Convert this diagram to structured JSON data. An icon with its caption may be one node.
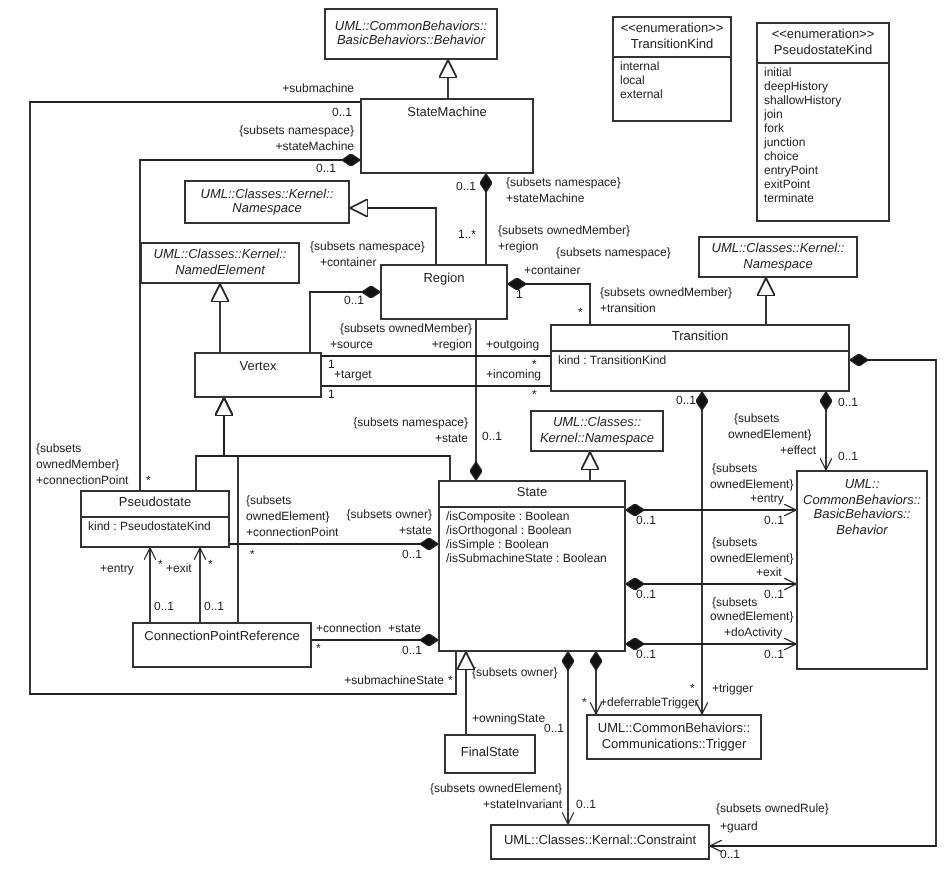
{
  "diagram": {
    "nodes": [
      {
        "text": [
          "UML::CommonBehaviors:: BasicBehaviors::Behavior"
        ]
      },
      {
        "text": [
          "<<enumeration>>",
          "TransitionKind",
          "internal",
          "local",
          "external"
        ]
      },
      {
        "text": [
          "<<enumeration>>",
          "PseudostateKind",
          "initial",
          "deepHistory",
          "shallowHistory",
          "join",
          "fork",
          "junction",
          "choice",
          "entryPoint",
          "exitPoint",
          "terminate"
        ]
      },
      {
        "text": [
          "StateMachine"
        ]
      },
      {
        "text": [
          "UML::Classes::Kernel:: Namespace"
        ]
      },
      {
        "text": [
          "UML::Classes::Kernel:: NamedElement"
        ]
      },
      {
        "text": [
          "Region"
        ]
      },
      {
        "text": [
          "UML::Classes::Kernel:: Namespace"
        ]
      },
      {
        "text": [
          "Vertex"
        ]
      },
      {
        "text": [
          "Transition",
          "kind : TransitionKind"
        ]
      },
      {
        "text": [
          "UML::Classes:: Kernel::Namespace"
        ]
      },
      {
        "text": [
          "Pseudostate",
          "kind : PseudostateKind"
        ]
      },
      {
        "text": [
          "State",
          "/isComposite : Boolean",
          "/isOrthogonal : Boolean",
          "/isSimple : Boolean",
          "/isSubmachineState : Boolean"
        ]
      },
      {
        "text": [
          "UML:: CommonBehaviors:: BasicBehaviors:: Behavior"
        ]
      },
      {
        "text": [
          "ConnectionPointReference"
        ]
      },
      {
        "text": [
          "FinalState"
        ]
      },
      {
        "text": [
          "UML::CommonBehaviors:: Communications::Trigger"
        ]
      },
      {
        "text": [
          "UML::Classes::Kernal::Constraint"
        ]
      }
    ],
    "edges": [
      {
        "from": 3,
        "to": 0,
        "arrow": "to"
      },
      {
        "from": 3,
        "to": 12,
        "arrow": "none"
      },
      {
        "from": 3,
        "to": 11,
        "arrow": "other"
      },
      {
        "from": 3,
        "to": 6,
        "arrow": "other"
      },
      {
        "from": 6,
        "to": 4,
        "arrow": "to"
      },
      {
        "from": 8,
        "to": 5,
        "arrow": "to"
      },
      {
        "from": 6,
        "to": 8,
        "arrow": "other"
      },
      {
        "from": 6,
        "to": 9,
        "arrow": "other"
      },
      {
        "from": 8,
        "to": 9,
        "arrow": "none"
      },
      {
        "from": 8,
        "to": 9,
        "arrow": "none"
      },
      {
        "from": 12,
        "to": 6,
        "arrow": "other"
      },
      {
        "from": 9,
        "to": 7,
        "arrow": "to"
      },
      {
        "from": 12,
        "to": 10,
        "arrow": "to"
      },
      {
        "from": 11,
        "to": 8,
        "arrow": "to"
      },
      {
        "from": 12,
        "to": 8,
        "arrow": "to"
      },
      {
        "from": 14,
        "to": 8,
        "arrow": "to"
      },
      {
        "from": 12,
        "to": 11,
        "arrow": "other"
      },
      {
        "from": 12,
        "to": 14,
        "arrow": "other"
      },
      {
        "from": 14,
        "to": 11,
        "arrow": "to"
      },
      {
        "from": 14,
        "to": 11,
        "arrow": "to"
      },
      {
        "from": 9,
        "to": 13,
        "arrow": "to"
      },
      {
        "from": 12,
        "to": 13,
        "arrow": "to"
      },
      {
        "from": 12,
        "to": 13,
        "arrow": "to"
      },
      {
        "from": 12,
        "to": 13,
        "arrow": "to"
      },
      {
        "from": 9,
        "to": 16,
        "arrow": "to"
      },
      {
        "from": 12,
        "to": 16,
        "arrow": "to"
      },
      {
        "from": 12,
        "to": 17,
        "arrow": "to"
      },
      {
        "from": 9,
        "to": 17,
        "arrow": "to"
      },
      {
        "from": 15,
        "to": 12,
        "arrow": "to"
      }
    ],
    "labels": [
      "+submachine",
      "0..1",
      "{subsets namespace}",
      "+stateMachine",
      "0..1",
      "{subsets",
      "ownedMember}",
      "+connectionPoint",
      "*",
      "{subsets namespace}",
      "+stateMachine",
      "0..1",
      "{subsets ownedMember}",
      "+region",
      "1..*",
      "{subsets namespace}",
      "+container",
      "0..1",
      "{subsets namespace}",
      "+container",
      "1",
      "{subsets ownedMember}",
      "+transition",
      "*",
      "{subsets ownedMember}",
      "+region",
      "+source",
      "1",
      "+outgoing",
      "*",
      "+target",
      "1",
      "+incoming",
      "*",
      "{subsets namespace}",
      "+state",
      "0..1",
      "0..1",
      "0..1",
      "{subsets",
      "ownedElement}",
      "+effect",
      "0..1",
      "{subsets",
      "ownedElement}",
      "+entry",
      "0..1",
      "0..1",
      "{subsets",
      "ownedElement}",
      "+exit",
      "0..1",
      "0..1",
      "{subsets",
      "ownedElement}",
      "+doActivity",
      "0..1",
      "0..1",
      "*",
      "+trigger",
      "{subsets ownedRule}",
      "+guard",
      "0..1",
      "{subsets",
      "ownedElement}",
      "+connectionPoint",
      "*",
      "{subsets owner}",
      "+state",
      "0..1",
      "+entry",
      "*",
      "0..1",
      "+exit",
      "*",
      "0..1",
      "+connection",
      "*",
      "+state",
      "0..1",
      "+submachineState",
      "*",
      "{subsets owner}",
      "+owningState",
      "*",
      "+deferrableTrigger",
      "0..1",
      "{subsets ownedElement}",
      "+stateInvariant",
      "0..1"
    ]
  }
}
